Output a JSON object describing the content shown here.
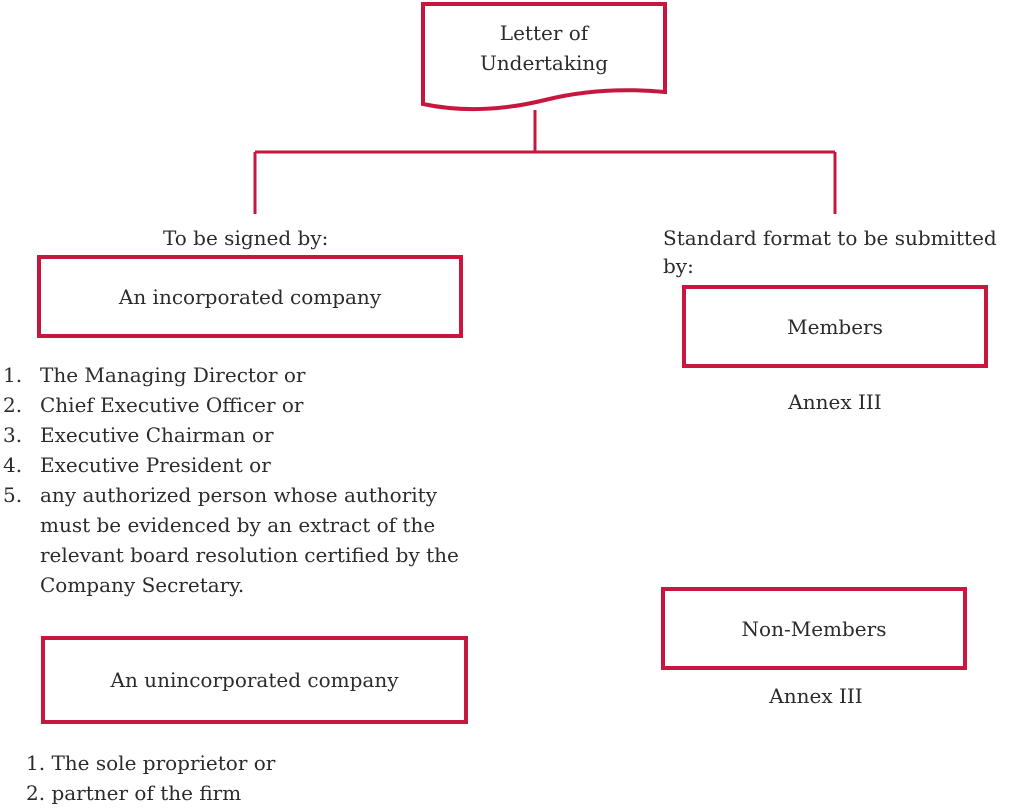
{
  "root": {
    "title_line1": "Letter of",
    "title_line2": "Undertaking"
  },
  "left": {
    "heading": "To be signed by:",
    "incorporated": {
      "label": "An incorporated company",
      "items": [
        {
          "num": "1.",
          "lines": [
            "The Managing Director or"
          ]
        },
        {
          "num": "2.",
          "lines": [
            "Chief Executive Officer or"
          ]
        },
        {
          "num": "3.",
          "lines": [
            "Executive Chairman or"
          ]
        },
        {
          "num": "4.",
          "lines": [
            "Executive President or"
          ]
        },
        {
          "num": "5.",
          "lines": [
            "any authorized person whose authority",
            "must be evidenced by an extract of the",
            "relevant board resolution certified by the",
            "Company Secretary."
          ]
        }
      ]
    },
    "unincorporated": {
      "label": "An unincorporated company",
      "items": [
        {
          "num": "1.",
          "text": "The sole proprietor or"
        },
        {
          "num": "2.",
          "text": "partner of the firm"
        }
      ]
    }
  },
  "right": {
    "heading_line1": "Standard format to be submitted",
    "heading_line2": "by:",
    "members": {
      "label": "Members",
      "annex": "Annex III"
    },
    "non_members": {
      "label": "Non-Members",
      "annex": "Annex III"
    }
  },
  "colors": {
    "accent": "#c8173f",
    "text": "#2b2b2b"
  }
}
